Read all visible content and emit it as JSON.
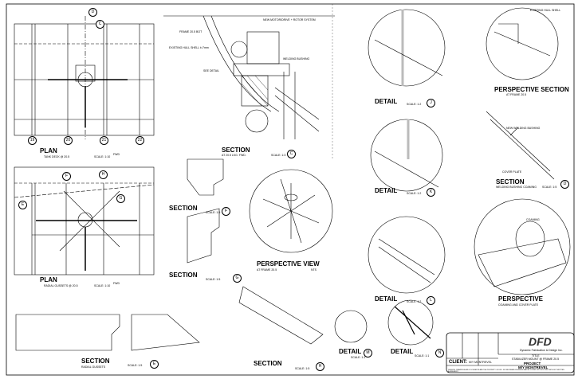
{
  "views": {
    "plan_top": {
      "title": "PLAN",
      "subtitle": "TANK DECK @ 20.5",
      "scale": "SCALE: 1:10",
      "fwd": "FWD"
    },
    "plan_bottom": {
      "title": "PLAN",
      "subtitle": "RADIAL GUSSETS @ 20.5",
      "scale": "SCALE: 1:10",
      "fwd": "FWD"
    },
    "section_c": {
      "title": "SECTION",
      "subtitle": "AT 20.5 LKG. FWD.",
      "scale": "SCALE: 1:3",
      "ref": "C"
    },
    "section_e": {
      "title": "SECTION",
      "subtitle": "RADIAL GUSSETS",
      "scale": "SCALE: 1:5",
      "ref": "E"
    },
    "section_f": {
      "title": "SECTION",
      "scale": "SCALE: 1:5",
      "ref": "F"
    },
    "section_g": {
      "title": "SECTION",
      "scale": "SCALE: 1:5",
      "ref": "G"
    },
    "section_h": {
      "title": "SECTION",
      "scale": "SCALE: 1:5",
      "ref": "H"
    },
    "perspective_view": {
      "title": "PERSPECTIVE VIEW",
      "subtitle": "AT FRAME 20.5",
      "scale": "NTS"
    },
    "detail_j": {
      "title": "DETAIL",
      "scale": "SCALE: 1:2",
      "ref": "J"
    },
    "detail_k": {
      "title": "DETAIL",
      "scale": "SCALE: 1:2",
      "ref": "K"
    },
    "detail_l": {
      "title": "DETAIL",
      "scale": "SCALE: 1:2",
      "ref": "L"
    },
    "detail_m": {
      "title": "DETAIL",
      "scale": "SCALE: 1:1",
      "ref": "M"
    },
    "detail_n": {
      "title": "DETAIL",
      "scale": "SCALE: 1:1",
      "ref": "N"
    },
    "perspective_section": {
      "title": "PERSPECTIVE SECTION",
      "subtitle": "AT FRAME 20.5"
    },
    "section_d": {
      "title": "SECTION",
      "subtitle": "WELDING BUSHING COAMING",
      "scale": "SCALE: 1:5",
      "ref": "D"
    },
    "perspective_coaming": {
      "title": "PERSPECTIVE",
      "subtitle": "COAMING AND COVER PLATE"
    }
  },
  "grid_labels": [
    "19",
    "20",
    "21",
    "22"
  ],
  "section_markers": [
    "D",
    "C",
    "F",
    "H",
    "E",
    "G"
  ],
  "callouts": {
    "motor": "NEW MOTOR/DRIVE + ROTOR SYSTEM",
    "frame": "FRAME 20.5 BOT",
    "hull": "EXISTING HULL SHELL t=7mm",
    "bushing": "WELDING BUSHING",
    "see_detail": "SEE DETAIL",
    "new_bushing": "NEW WELDING BUSHING",
    "coaming": "COAMING",
    "cover_plate": "COVER PLATE",
    "existing_hull": "EXISTING HULL SHELL"
  },
  "title_block": {
    "title_label": "TITLE",
    "title": "STABILIZER MOUNT @ FRAME 20.5",
    "project_label": "PROJECT",
    "project": "M/Y MONTREVEL",
    "client_label": "CLIENT:",
    "client": "M/Y MONTREVEL",
    "logo_text": "DFD",
    "company": "Dynamic Fabrication & Design Inc.",
    "disclaimer": "DESIGNS, DRAWINGS AND DOCUMENTS ARE THE PROPERTY OF DFD. NO INFORMATION HEREIN MAY BE COPIED OR DISCLOSED WITHOUT WRITTEN AGREEMENT."
  }
}
